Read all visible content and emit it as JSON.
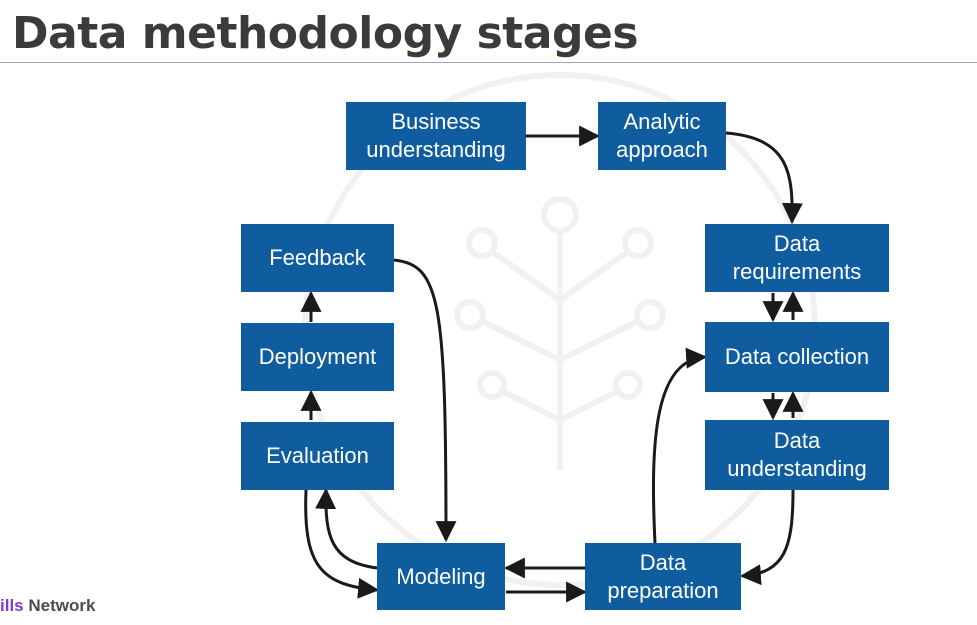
{
  "header": {
    "title": "Data methodology stages"
  },
  "stages": {
    "business": [
      "Business",
      "understanding"
    ],
    "analytic": [
      "Analytic",
      "approach"
    ],
    "requirements": [
      "Data",
      "requirements"
    ],
    "collection": [
      "Data collection"
    ],
    "understanding": [
      "Data",
      "understanding"
    ],
    "preparation": [
      "Data",
      "preparation"
    ],
    "modeling": [
      "Modeling"
    ],
    "evaluation": [
      "Evaluation"
    ],
    "deployment": [
      "Deployment"
    ],
    "feedback": [
      "Feedback"
    ]
  },
  "footer": {
    "brand_accent": "ills",
    "brand_rest": " Network"
  },
  "colors": {
    "box": "#0f5c9f",
    "box_text": "#ffffff",
    "arrow": "#1a1a1a"
  }
}
